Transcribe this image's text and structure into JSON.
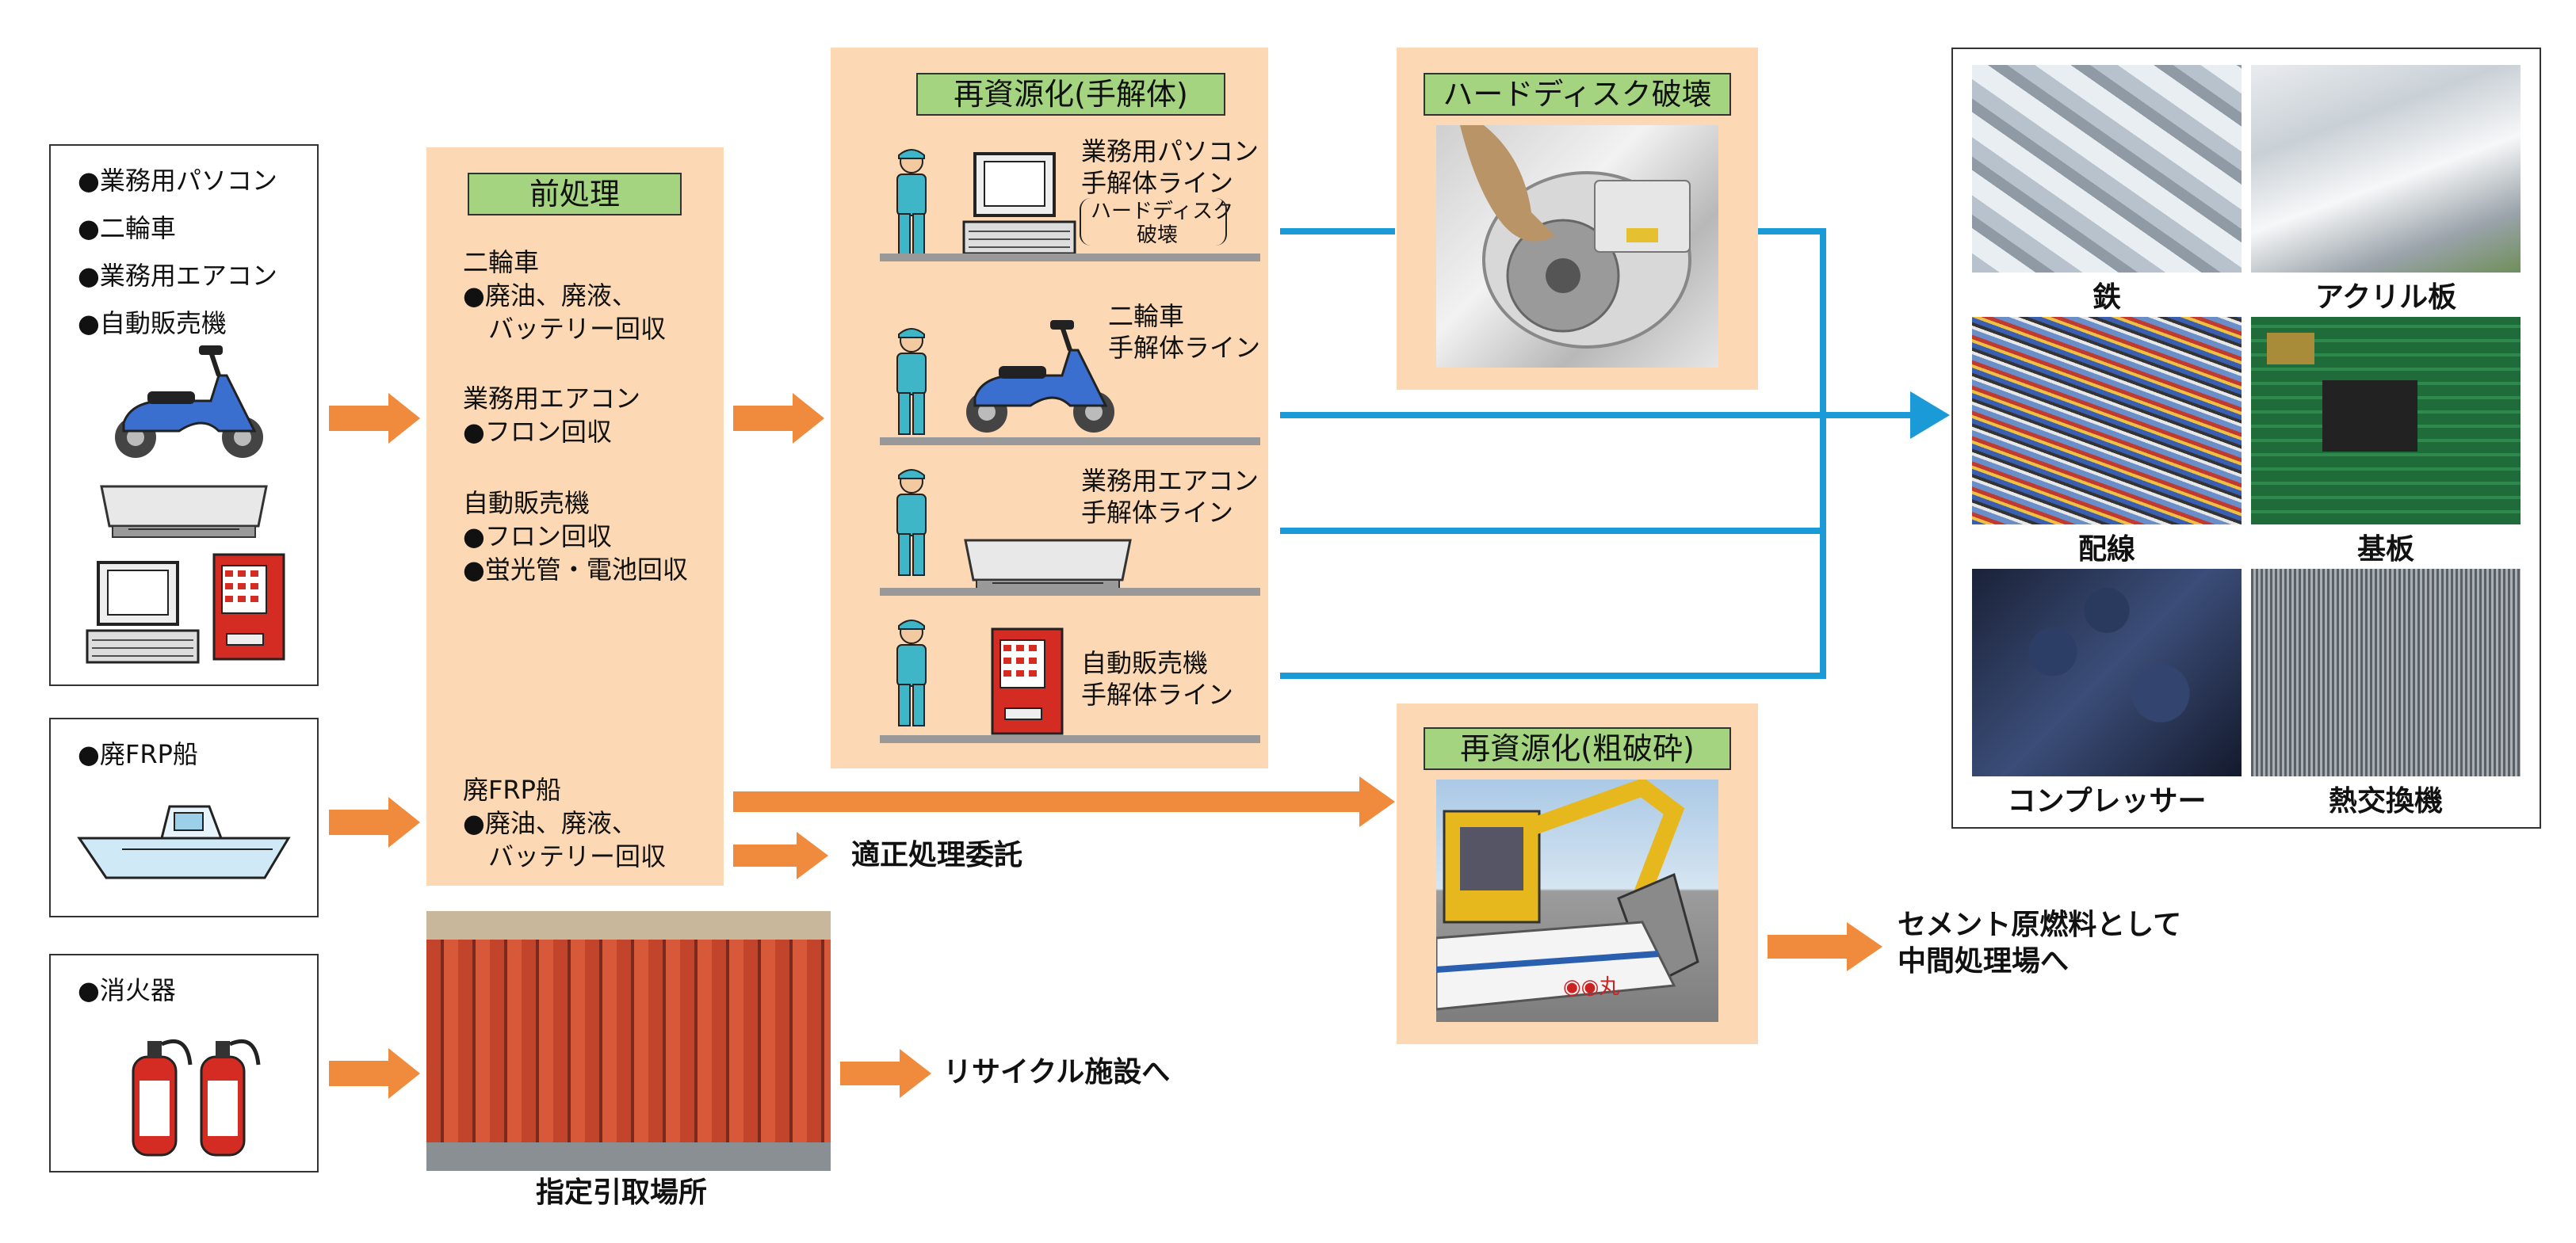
{
  "sources": {
    "group1": [
      "●業務用パソコン",
      "●二輪車",
      "●業務用エアコン",
      "●自動販売機"
    ],
    "group2": [
      "●廃FRP船"
    ],
    "group3": [
      "●消火器"
    ]
  },
  "preprocess": {
    "title": "前処理",
    "blocks": [
      {
        "head": "二輪車",
        "lines": [
          "●廃油、廃液、",
          "　バッテリー回収"
        ]
      },
      {
        "head": "業務用エアコン",
        "lines": [
          "●フロン回収"
        ]
      },
      {
        "head": "自動販売機",
        "lines": [
          "●フロン回収",
          "●蛍光管・電池回収"
        ]
      }
    ],
    "frp": {
      "head": "廃FRP船",
      "lines": [
        "●廃油、廃液、",
        "　バッテリー回収"
      ]
    }
  },
  "manual": {
    "title": "再資源化(手解体)",
    "lines": [
      {
        "l1": "業務用パソコン",
        "l2": "手解体ライン",
        "note1": "ハードディスク",
        "note2": "破壊"
      },
      {
        "l1": "二輪車",
        "l2": "手解体ライン"
      },
      {
        "l1": "業務用エアコン",
        "l2": "手解体ライン"
      },
      {
        "l1": "自動販売機",
        "l2": "手解体ライン"
      }
    ]
  },
  "hdd": {
    "title": "ハードディスク破壊"
  },
  "crush": {
    "title": "再資源化(粗破砕)"
  },
  "outputs": [
    "鉄",
    "アクリル板",
    "配線",
    "基板",
    "コンプレッサー",
    "熱交換機"
  ],
  "labels": {
    "proper": "適正処理委託",
    "recycle": "リサイクル施設へ",
    "designated": "指定引取場所",
    "cement1": "セメント原燃料として",
    "cement2": "中間処理場へ"
  },
  "colors": {
    "orange": "#f08a3c",
    "blue": "#1a9ad6",
    "peach": "#fcd9b4",
    "green": "#a5d480"
  }
}
